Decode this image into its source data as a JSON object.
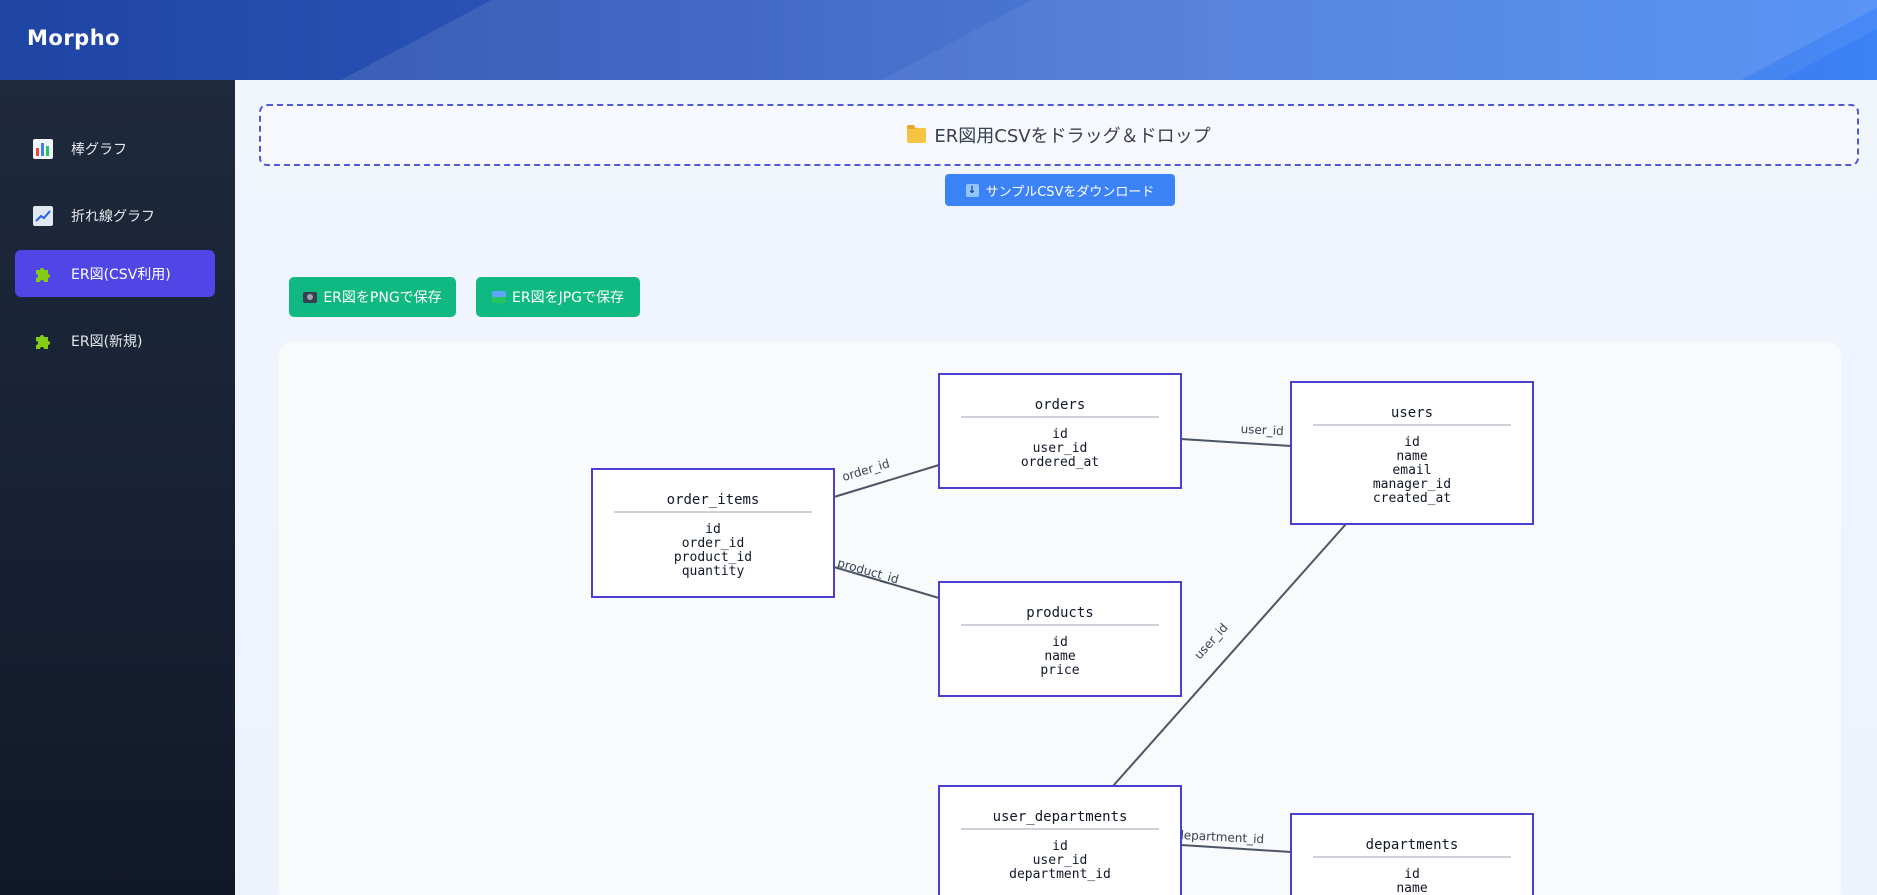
{
  "app": {
    "title": "Morpho"
  },
  "sidebar": {
    "items": [
      {
        "label": "棒グラフ",
        "icon": "bar-chart-icon",
        "active": false
      },
      {
        "label": "折れ線グラフ",
        "icon": "line-chart-icon",
        "active": false
      },
      {
        "label": "ER図(CSV利用)",
        "icon": "puzzle-icon",
        "active": true
      },
      {
        "label": "ER図(新規)",
        "icon": "puzzle-icon",
        "active": false
      }
    ]
  },
  "upload": {
    "dropzone_label": "ER図用CSVをドラッグ＆ドロップ",
    "sample_button_label": "サンプルCSVをダウンロード"
  },
  "export": {
    "png_label": "ER図をPNGで保存",
    "jpg_label": "ER図をJPGで保存"
  },
  "colors": {
    "accent": "#4f46e5",
    "primary_button": "#3b82f6",
    "save_button": "#10b981",
    "entity_border": "#4a3fcf",
    "relation_line": "#4b5563"
  },
  "diagram": {
    "entities": [
      {
        "id": "orders",
        "name": "orders",
        "fields": [
          "id",
          "user_id",
          "ordered_at"
        ]
      },
      {
        "id": "users",
        "name": "users",
        "fields": [
          "id",
          "name",
          "email",
          "manager_id",
          "created_at"
        ]
      },
      {
        "id": "order_items",
        "name": "order_items",
        "fields": [
          "id",
          "order_id",
          "product_id",
          "quantity"
        ]
      },
      {
        "id": "products",
        "name": "products",
        "fields": [
          "id",
          "name",
          "price"
        ]
      },
      {
        "id": "user_departments",
        "name": "user_departments",
        "fields": [
          "id",
          "user_id",
          "department_id"
        ]
      },
      {
        "id": "departments",
        "name": "departments",
        "fields": [
          "id",
          "name"
        ]
      }
    ],
    "relations": [
      {
        "from": "orders",
        "to": "users",
        "label": "user_id"
      },
      {
        "from": "order_items",
        "to": "orders",
        "label": "order_id"
      },
      {
        "from": "order_items",
        "to": "products",
        "label": "product_id"
      },
      {
        "from": "user_departments",
        "to": "users",
        "label": "user_id"
      },
      {
        "from": "user_departments",
        "to": "departments",
        "label": "department_id"
      }
    ]
  }
}
